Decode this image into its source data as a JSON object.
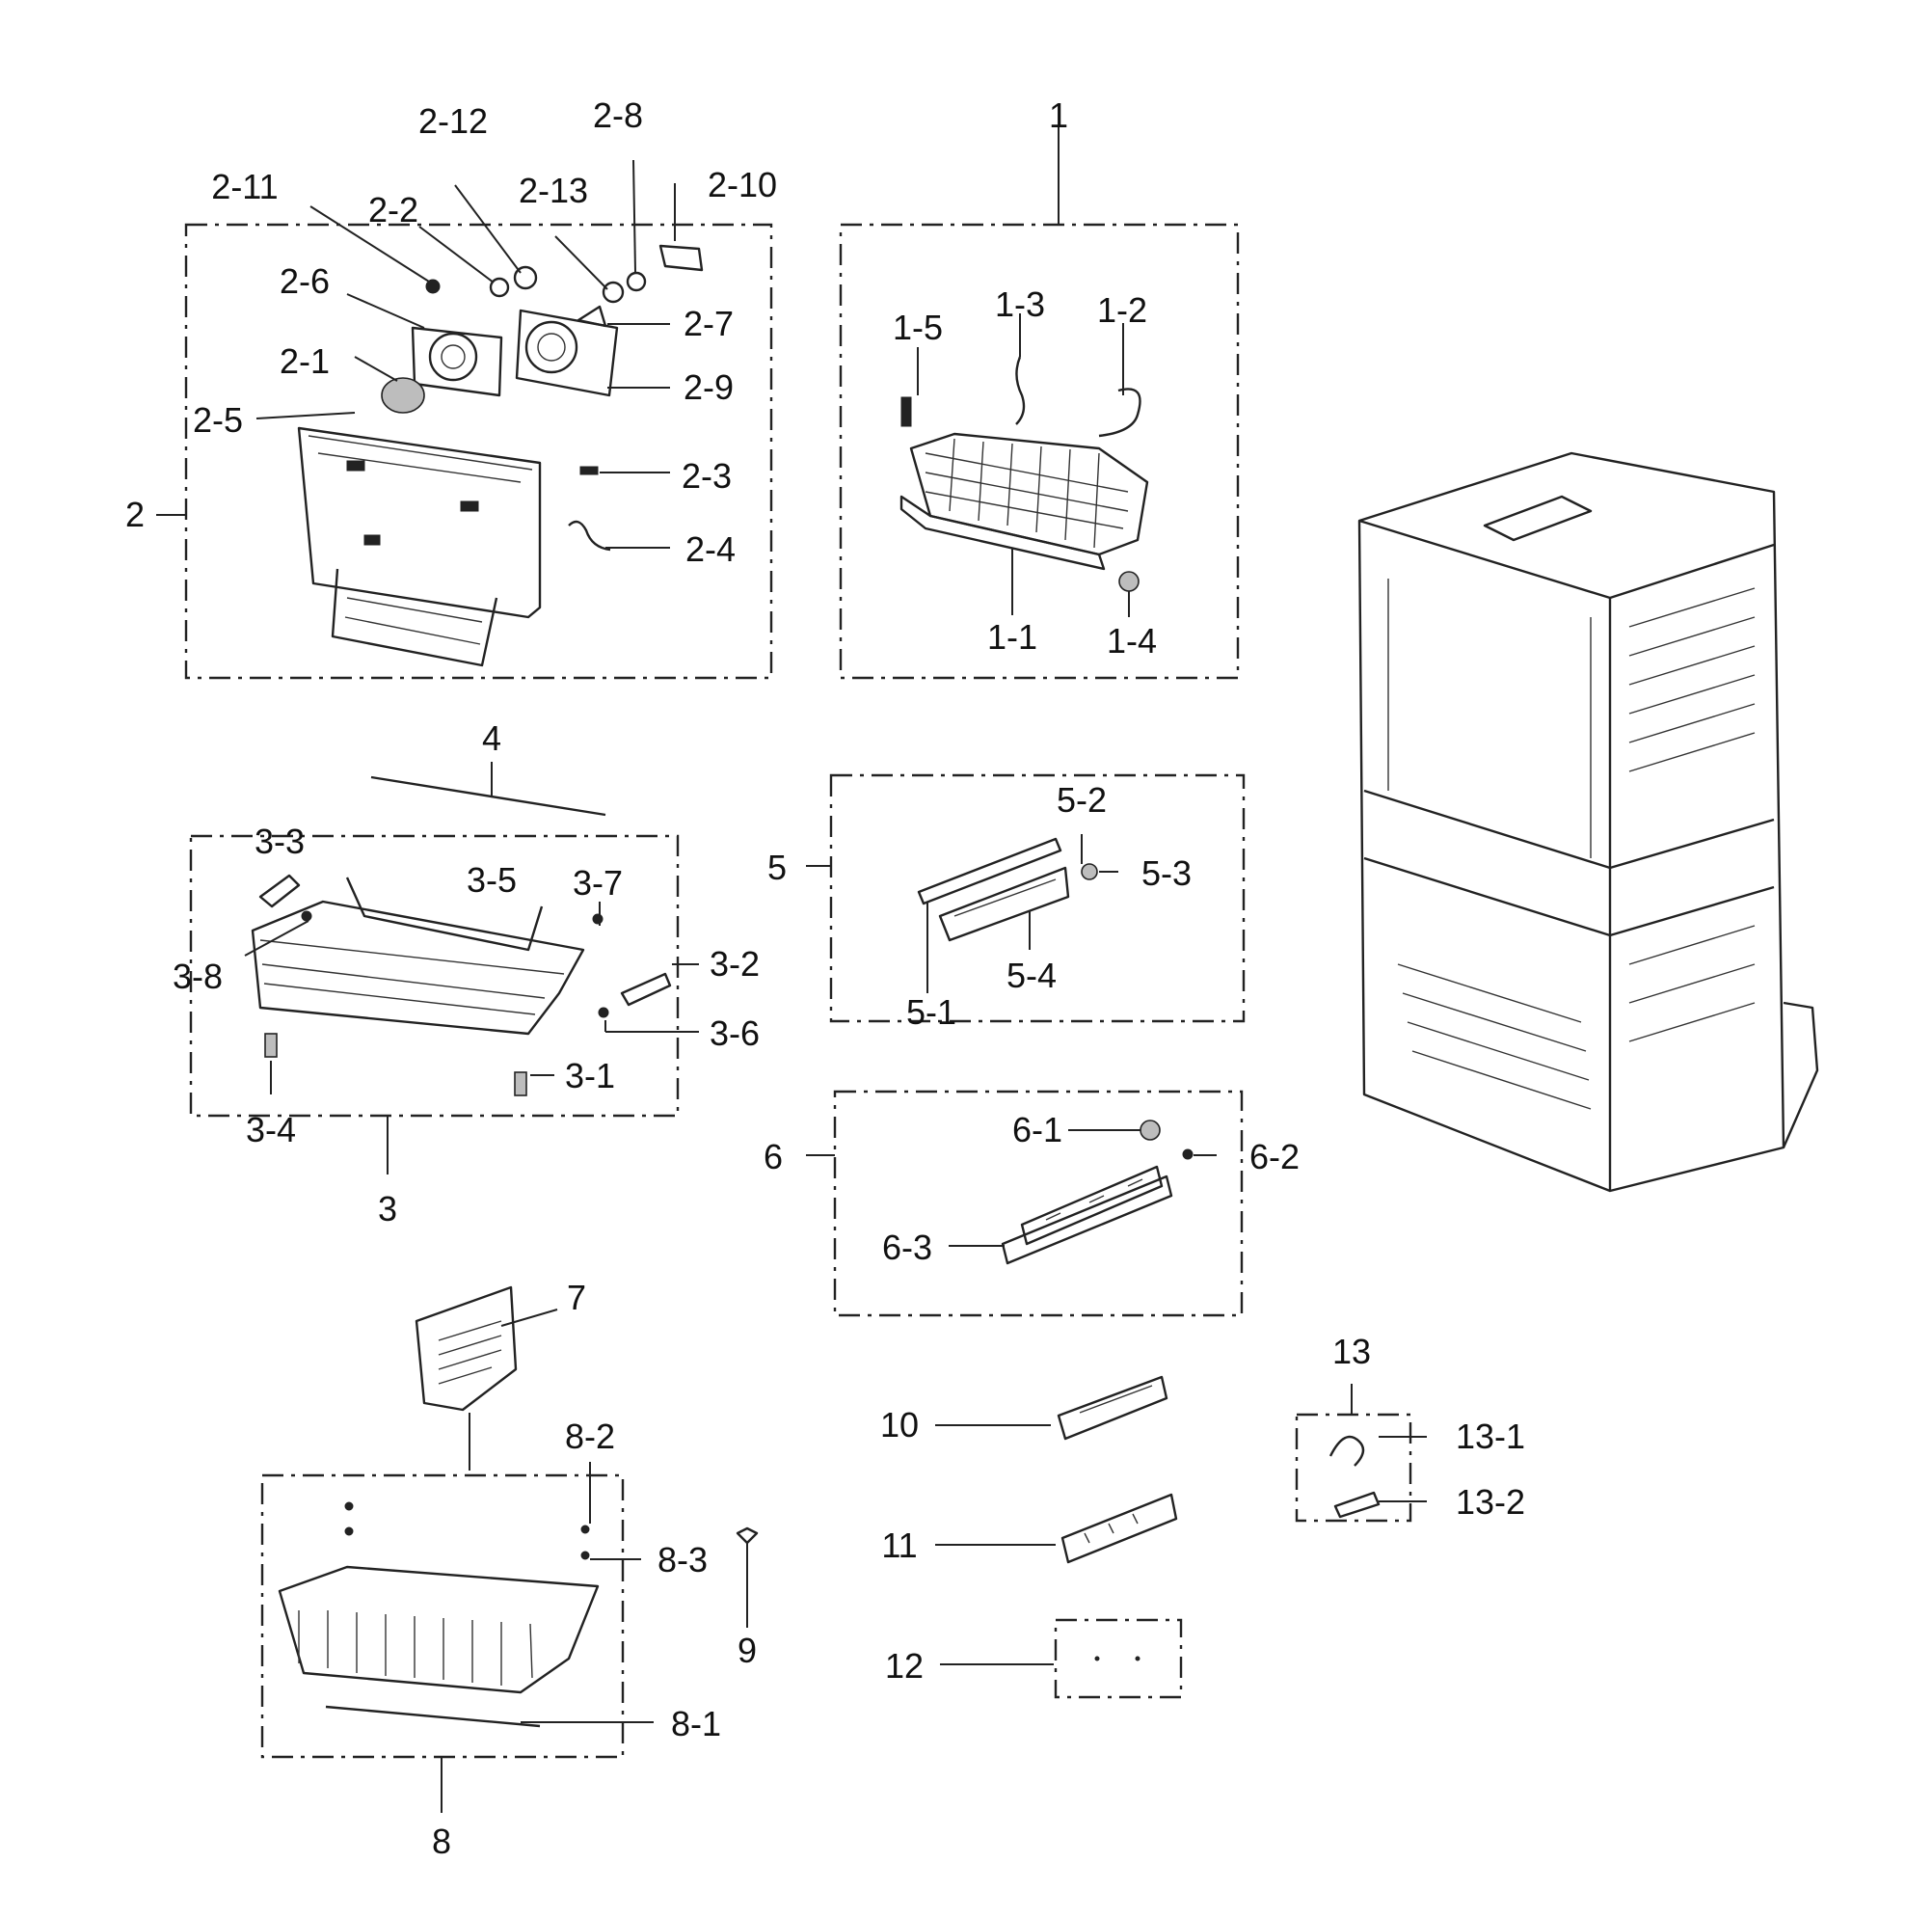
{
  "labels": {
    "l1": "1",
    "l1_1": "1-1",
    "l1_2": "1-2",
    "l1_3": "1-3",
    "l1_4": "1-4",
    "l1_5": "1-5",
    "l2": "2",
    "l2_1": "2-1",
    "l2_2": "2-2",
    "l2_3": "2-3",
    "l2_4": "2-4",
    "l2_5": "2-5",
    "l2_6": "2-6",
    "l2_7": "2-7",
    "l2_8": "2-8",
    "l2_9": "2-9",
    "l2_10": "2-10",
    "l2_11": "2-11",
    "l2_12": "2-12",
    "l2_13": "2-13",
    "l3": "3",
    "l3_1": "3-1",
    "l3_2": "3-2",
    "l3_3": "3-3",
    "l3_4": "3-4",
    "l3_5": "3-5",
    "l3_6": "3-6",
    "l3_7": "3-7",
    "l3_8": "3-8",
    "l4": "4",
    "l5": "5",
    "l5_1": "5-1",
    "l5_2": "5-2",
    "l5_3": "5-3",
    "l5_4": "5-4",
    "l6": "6",
    "l6_1": "6-1",
    "l6_2": "6-2",
    "l6_3": "6-3",
    "l7": "7",
    "l8": "8",
    "l8_1": "8-1",
    "l8_2": "8-2",
    "l8_3": "8-3",
    "l9": "9",
    "l10": "10",
    "l11": "11",
    "l12": "12",
    "l13": "13",
    "l13_1": "13-1",
    "l13_2": "13-2"
  }
}
